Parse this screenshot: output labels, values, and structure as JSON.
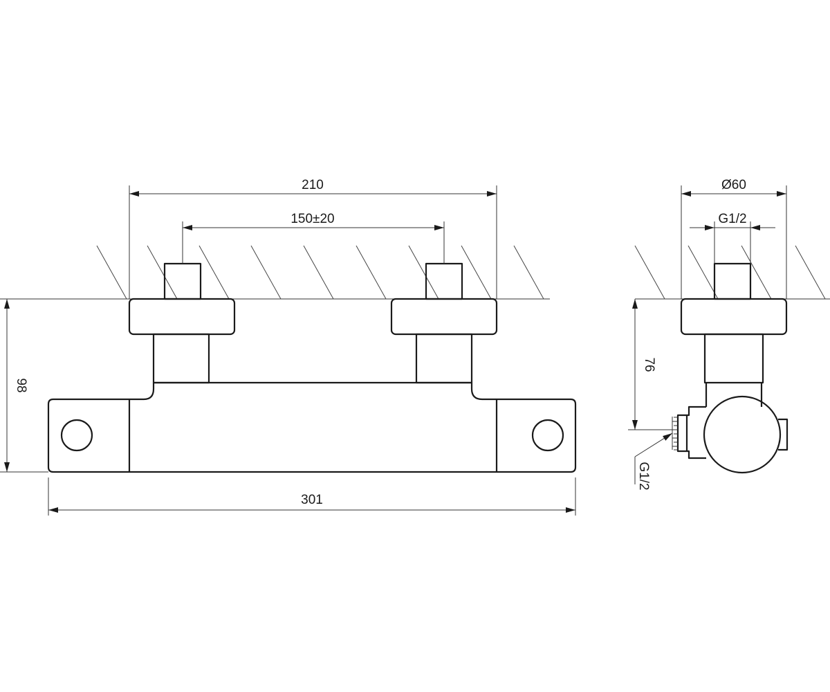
{
  "dimensions": {
    "front": {
      "overall_width": "301",
      "outlet_span": "210",
      "center_distance": "150±20",
      "height": "98"
    },
    "side": {
      "diameter": "Ø60",
      "top_thread": "G1/2",
      "depth": "76",
      "outlet_thread": "G1/2"
    }
  }
}
